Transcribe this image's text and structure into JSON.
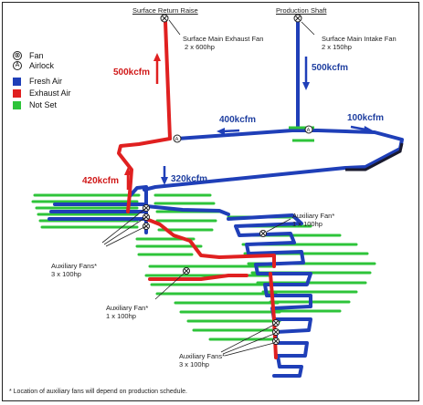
{
  "shaft_labels": {
    "return_raise": "Surface Return Raise",
    "production_shaft": "Production Shaft"
  },
  "fan_labels": {
    "exhaust_fan": [
      "Surface Main Exhaust Fan",
      "2 x 600hp"
    ],
    "intake_fan": [
      "Surface Main Intake Fan",
      "2 x 150hp"
    ],
    "aux_upper_right": [
      "Auxiliary Fan*",
      "1 x 100hp"
    ],
    "aux_left": [
      "Auxiliary Fans*",
      "3 x 100hp"
    ],
    "aux_mid": [
      "Auxiliary Fan*",
      "1 x 100hp"
    ],
    "aux_bottom": [
      "Auxiliary Fans*",
      "3 x 100hp"
    ]
  },
  "flow_labels": {
    "red_500": "500kcfm",
    "blue_500": "500kcfm",
    "blue_400": "400kcfm",
    "blue_100": "100kcfm",
    "red_420": "420kcfm",
    "blue_320": "320kcfm"
  },
  "legend": [
    {
      "symbol": "fan",
      "label": "Fan"
    },
    {
      "symbol": "airlock",
      "label": "Airlock"
    },
    {
      "symbol": "swatch",
      "color": "#1f3fb8",
      "label": "Fresh Air"
    },
    {
      "symbol": "swatch",
      "color": "#e02020",
      "label": "Exhaust Air"
    },
    {
      "symbol": "swatch",
      "color": "#2ec43a",
      "label": "Not Set"
    }
  ],
  "footnote": "* Location of auxiliary fans will depend on production schedule.",
  "colors": {
    "fresh": "#1f3fb8",
    "exhaust": "#e02020",
    "notset": "#2ec43a",
    "dark": "#1a1a2e"
  }
}
